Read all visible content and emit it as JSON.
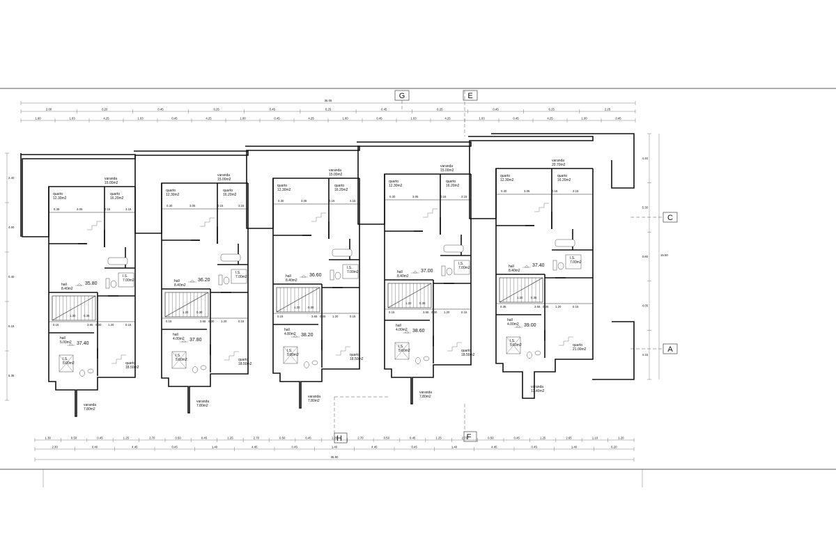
{
  "grid_labels": {
    "top": [
      "G",
      "E"
    ],
    "bottom": [
      "H",
      "F"
    ],
    "right": [
      "C",
      "A"
    ]
  },
  "dimensions": {
    "top_total": "36.05",
    "top_row1": [
      "2.00",
      "6.20",
      "0.45",
      "6.25",
      "0.45",
      "6.25",
      "0.45",
      "6.25",
      "0.45",
      "6.25",
      "2.25"
    ],
    "top_row2": [
      "1.60",
      "1.03",
      "4.25",
      "1.03",
      "0.45",
      "4.25",
      "1.00",
      "0.45",
      "4.25",
      "1.00",
      "0.45",
      "1.03",
      "4.25",
      "1.03",
      "0.45",
      "4.25",
      "1.00",
      "0.45"
    ],
    "bottom_total": "35.90",
    "bottom_row1": [
      "1.30",
      "0.50",
      "0.45",
      "1.25",
      "2.70",
      "0.50",
      "0.45",
      "1.25",
      "2.70",
      "0.50",
      "0.45",
      "1.25",
      "2.70",
      "0.50",
      "0.45",
      "1.25",
      "2.70",
      "0.50",
      "0.45",
      "1.25",
      "2.65",
      "1.10",
      "1.20"
    ],
    "bottom_row2": [
      "2.30",
      "0.40",
      "4.45",
      "0.45",
      "1.40",
      "4.45",
      "0.45",
      "1.40",
      "4.45",
      "0.45",
      "1.40",
      "4.45",
      "0.45",
      "1.40",
      "6.20"
    ],
    "right_total": "15.50",
    "right_parts": [
      "4.40",
      "5.30",
      "0.60",
      "4.05",
      "4.15"
    ],
    "left_parts": [
      "2.40",
      "4.00",
      "0.40",
      "6.15",
      "5.35"
    ]
  },
  "units": [
    {
      "quarto_front": {
        "name": "quarto",
        "area": "12.30m2"
      },
      "quarto_back": {
        "name": "quarto",
        "area": "16.20m2"
      },
      "varanda_top": {
        "name": "varanda",
        "area": "15.00m2"
      },
      "is_big": {
        "name": "I.S.",
        "area": "7.00m2"
      },
      "hall_main": {
        "name": "hall",
        "area": "8.40m2"
      },
      "hall_small": {
        "name": "hall",
        "area": "5.00m2"
      },
      "is_small": {
        "name": "I.S.",
        "area": "5.00m2"
      },
      "quarto_low": {
        "name": "quarto",
        "area": "18.50m2"
      },
      "varanda_low": {
        "name": "varanda",
        "area": "7.80m2"
      },
      "level_upper": "35.80",
      "level_lower": "37.40",
      "dims": [
        "0.35",
        "3.05",
        "0.15",
        "3.15",
        "0.15",
        "3.65",
        "0.30",
        "1.20",
        "0.15",
        "1.30",
        "0.35"
      ]
    },
    {
      "quarto_front": {
        "name": "quarto",
        "area": "12.30m2"
      },
      "quarto_back": {
        "name": "quarto",
        "area": "16.20m2"
      },
      "varanda_top": {
        "name": "varanda",
        "area": "15.00m2"
      },
      "is_big": {
        "name": "I.S.",
        "area": "7.00m2"
      },
      "hall_main": {
        "name": "hall",
        "area": "8.40m2"
      },
      "hall_small": {
        "name": "hall",
        "area": "4.00m2"
      },
      "is_small": {
        "name": "I.S.",
        "area": "5.60m2"
      },
      "quarto_low": {
        "name": "quarto",
        "area": "18.50m2"
      },
      "varanda_low": {
        "name": "varanda",
        "area": "7.80m2"
      },
      "level_upper": "36.20",
      "level_lower": "37.80",
      "dims": [
        "0.30",
        "3.05",
        "0.15",
        "3.15",
        "0.15",
        "3.65",
        "0.30",
        "1.20",
        "0.15",
        "1.20",
        "0.30"
      ]
    },
    {
      "quarto_front": {
        "name": "quarto",
        "area": "12.30m2"
      },
      "quarto_back": {
        "name": "quarto",
        "area": "16.20m2"
      },
      "varanda_top": {
        "name": "varanda",
        "area": "15.00m2"
      },
      "is_big": {
        "name": "I.S.",
        "area": "7.00m2"
      },
      "hall_main": {
        "name": "hall",
        "area": "8.40m2"
      },
      "hall_small": {
        "name": "hall",
        "area": "4.80m2"
      },
      "is_small": {
        "name": "I.S.",
        "area": "5.80m2"
      },
      "quarto_low": {
        "name": "quarto",
        "area": "18.50m2"
      },
      "varanda_low": {
        "name": "varanda",
        "area": "7.80m2"
      },
      "level_upper": "36.60",
      "level_lower": "38.20",
      "dims": [
        "0.30",
        "3.05",
        "0.15",
        "3.15",
        "0.15",
        "3.65",
        "0.30",
        "1.20",
        "0.15",
        "1.20",
        "0.30"
      ]
    },
    {
      "quarto_front": {
        "name": "quarto",
        "area": "12.30m2"
      },
      "quarto_back": {
        "name": "quarto",
        "area": "16.20m2"
      },
      "varanda_top": {
        "name": "varanda",
        "area": "15.00m2"
      },
      "is_big": {
        "name": "I.S.",
        "area": "7.00m2"
      },
      "hall_main": {
        "name": "hall",
        "area": "8.40m2"
      },
      "hall_small": {
        "name": "hall",
        "area": "4.00m2"
      },
      "is_small": {
        "name": "I.S.",
        "area": "5.60m2"
      },
      "quarto_low": {
        "name": "quarto",
        "area": "18.50m2"
      },
      "varanda_low": {
        "name": "varanda",
        "area": "7.80m2"
      },
      "level_upper": "37.00",
      "level_lower": "38.60",
      "dims": [
        "0.30",
        "3.05",
        "0.15",
        "3.15",
        "0.15",
        "3.65",
        "0.30",
        "1.20",
        "0.15",
        "1.20",
        "0.30"
      ]
    },
    {
      "quarto_front": {
        "name": "quarto",
        "area": "12.30m2"
      },
      "quarto_back": {
        "name": "quarto",
        "area": "16.20m2"
      },
      "varanda_top": {
        "name": "varanda",
        "area": "20.70m2"
      },
      "is_big": {
        "name": "I.S.",
        "area": "7.00m2"
      },
      "hall_main": {
        "name": "hall",
        "area": "8.40m2"
      },
      "hall_small": {
        "name": "hall",
        "area": "4.00m2"
      },
      "is_small": {
        "name": "I.S.",
        "area": "5.60m2"
      },
      "quarto_low": {
        "name": "quarto",
        "area": "21.00m2"
      },
      "varanda_low": {
        "name": "varanda",
        "area": "13.40m2"
      },
      "level_upper": "37.40",
      "level_lower": "39.00",
      "dims": [
        "0.30",
        "3.05",
        "0.15",
        "3.15",
        "0.35",
        "3.65",
        "0.35",
        "1.20",
        "0.15",
        "1.20",
        "0.35"
      ]
    }
  ]
}
